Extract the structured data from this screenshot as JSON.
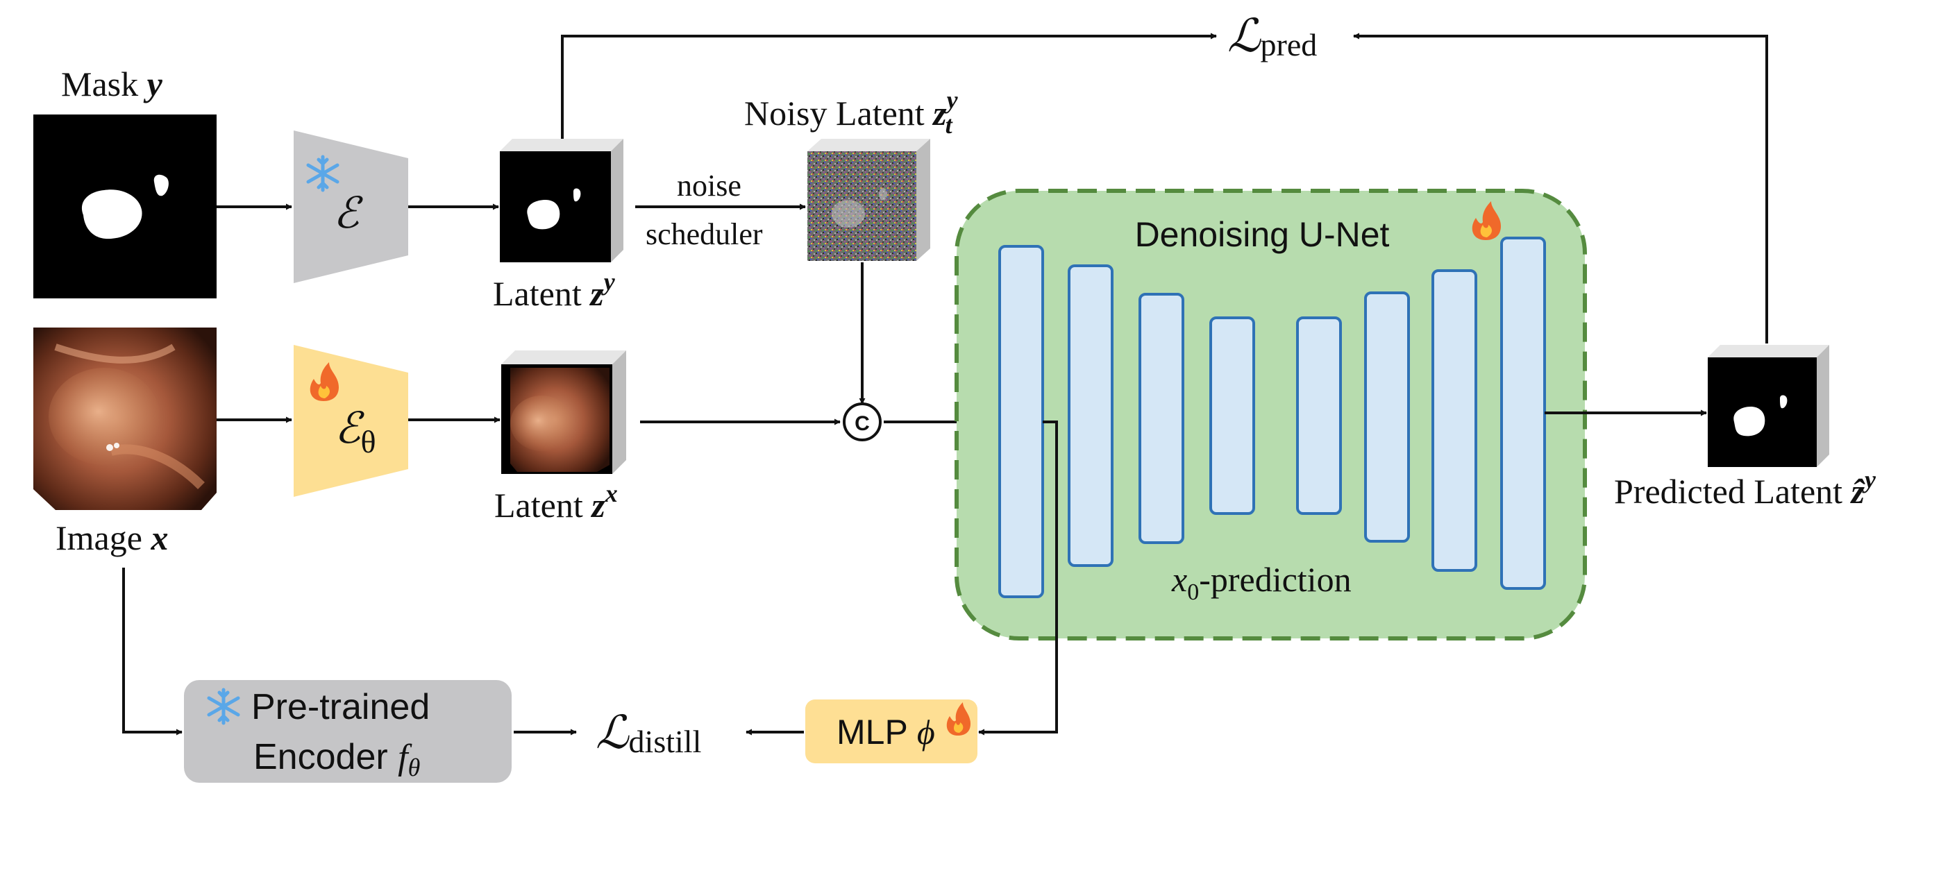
{
  "mask_label": "Mask",
  "mask_var": "y",
  "image_label": "Image",
  "image_var": "x",
  "frozen_encoder_symbol": "ℰ",
  "trainable_encoder_symbol": "ℰ",
  "trainable_encoder_sub": "θ",
  "latent_label": "Latent",
  "latent_y_var": "z",
  "latent_y_sup": "y",
  "latent_x_var": "z",
  "latent_x_sup": "x",
  "noise_scheduler_line1": "noise",
  "noise_scheduler_line2": "scheduler",
  "noisy_latent_label": "Noisy Latent",
  "noisy_latent_var": "z",
  "noisy_latent_sup": "y",
  "noisy_latent_sub": "t",
  "concat_symbol": "C",
  "unet_title": "Denoising U-Net",
  "unet_caption_var": "x",
  "unet_caption_sub": "0",
  "unet_caption_rest": "-prediction",
  "predicted_label": "Predicted Latent",
  "predicted_var": "ẑ",
  "predicted_sup": "y",
  "loss_pred_symbol": "ℒ",
  "loss_pred_sub": "pred",
  "loss_distill_symbol": "ℒ",
  "loss_distill_sub": "distill",
  "pretrained_line1": "Pre-trained",
  "pretrained_line2": "Encoder",
  "pretrained_var": "f",
  "pretrained_sub": "θ",
  "mlp_label": "MLP",
  "mlp_var": "ϕ",
  "colors": {
    "frozen_encoder": "#c7c7c9",
    "trainable_encoder": "#fddf93",
    "unet_fill": "#b7dcae",
    "unet_border": "#558b3f",
    "unet_block_fill": "#d5e7f6",
    "unet_block_border": "#2f72b6",
    "pretrained_box": "#c5c5c7",
    "mlp_box": "#fedf94"
  },
  "icons": [
    "snowflake-icon",
    "flame-icon"
  ]
}
